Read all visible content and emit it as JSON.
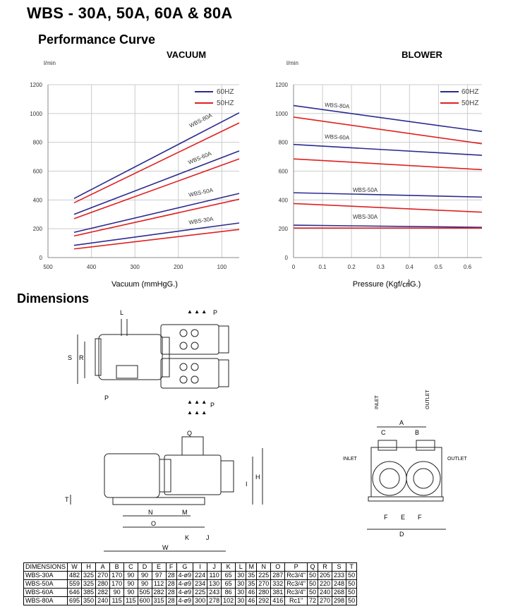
{
  "header": {
    "title": "WBS - 30A, 50A, 60A & 80A"
  },
  "sections": {
    "performance": "Performance Curve",
    "dimensions": "Dimensions"
  },
  "legend": {
    "hz60": "60HZ",
    "hz50": "50HZ",
    "color_60": "#2b2b8f",
    "color_50": "#e02020"
  },
  "vacuum_chart": {
    "title": "VACUUM",
    "unit": "l/min",
    "xlabel": "Vacuum (mmHgG.)",
    "xticks": [
      "500",
      "400",
      "300",
      "200",
      "100"
    ],
    "yticks": [
      "0",
      "200",
      "400",
      "600",
      "800",
      "1000",
      "1200"
    ],
    "labels": [
      "WBS-80A",
      "WBS-60A",
      "WBS-50A",
      "WBS-30A"
    ]
  },
  "blower_chart": {
    "title": "BLOWER",
    "unit": "l/min",
    "xlabel": "Pressure (Kgf/㎠G.)",
    "xticks": [
      "0",
      "0.1",
      "0.2",
      "0.3",
      "0.4",
      "0.5",
      "0.6"
    ],
    "yticks": [
      "0",
      "200",
      "400",
      "600",
      "800",
      "1000",
      "1200"
    ],
    "labels": [
      "WBS-80A",
      "WBS-60A",
      "WBS-50A",
      "WBS-30A"
    ]
  },
  "chart_data": [
    {
      "type": "line",
      "title": "VACUUM",
      "xlabel": "Vacuum (mmHgG.)",
      "ylabel": "l/min",
      "xlim": [
        500,
        60
      ],
      "ylim": [
        0,
        1200
      ],
      "series": [
        {
          "name": "WBS-80A 60HZ",
          "x": [
            440,
            60
          ],
          "y": [
            410,
            1005
          ]
        },
        {
          "name": "WBS-80A 50HZ",
          "x": [
            440,
            60
          ],
          "y": [
            380,
            935
          ]
        },
        {
          "name": "WBS-60A 60HZ",
          "x": [
            440,
            60
          ],
          "y": [
            300,
            740
          ]
        },
        {
          "name": "WBS-60A 50HZ",
          "x": [
            440,
            60
          ],
          "y": [
            270,
            685
          ]
        },
        {
          "name": "WBS-50A 60HZ",
          "x": [
            440,
            60
          ],
          "y": [
            175,
            445
          ]
        },
        {
          "name": "WBS-50A 50HZ",
          "x": [
            440,
            60
          ],
          "y": [
            150,
            405
          ]
        },
        {
          "name": "WBS-30A 60HZ",
          "x": [
            440,
            60
          ],
          "y": [
            85,
            240
          ]
        },
        {
          "name": "WBS-30A 50HZ",
          "x": [
            440,
            60
          ],
          "y": [
            60,
            195
          ]
        }
      ]
    },
    {
      "type": "line",
      "title": "BLOWER",
      "xlabel": "Pressure (Kgf/㎠G.)",
      "ylabel": "l/min",
      "xlim": [
        0,
        0.65
      ],
      "ylim": [
        0,
        1200
      ],
      "series": [
        {
          "name": "WBS-80A 60HZ",
          "x": [
            0,
            0.65
          ],
          "y": [
            1055,
            875
          ]
        },
        {
          "name": "WBS-80A 50HZ",
          "x": [
            0,
            0.65
          ],
          "y": [
            975,
            790
          ]
        },
        {
          "name": "WBS-60A 60HZ",
          "x": [
            0,
            0.65
          ],
          "y": [
            785,
            710
          ]
        },
        {
          "name": "WBS-60A 50HZ",
          "x": [
            0,
            0.65
          ],
          "y": [
            685,
            610
          ]
        },
        {
          "name": "WBS-50A 60HZ",
          "x": [
            0,
            0.65
          ],
          "y": [
            450,
            420
          ]
        },
        {
          "name": "WBS-50A 50HZ",
          "x": [
            0,
            0.65
          ],
          "y": [
            375,
            315
          ]
        },
        {
          "name": "WBS-30A 60HZ",
          "x": [
            0,
            0.65
          ],
          "y": [
            225,
            210
          ]
        },
        {
          "name": "WBS-30A 50HZ",
          "x": [
            0,
            0.65
          ],
          "y": [
            205,
            205
          ]
        }
      ]
    }
  ],
  "drawing": {
    "labels": [
      "P",
      "L",
      "S",
      "R",
      "P",
      "P",
      "Q",
      "H",
      "I",
      "T",
      "N",
      "M",
      "O",
      "K",
      "J",
      "W",
      "INLET",
      "OUTLET",
      "INLET",
      "OUTLET",
      "A",
      "C",
      "B",
      "E",
      "F",
      "F",
      "D"
    ]
  },
  "dim_table": {
    "headers": [
      "DIMENSIONS",
      "W",
      "H",
      "A",
      "B",
      "C",
      "D",
      "E",
      "F",
      "G",
      "I",
      "J",
      "K",
      "L",
      "M",
      "N",
      "O",
      "P",
      "Q",
      "R",
      "S",
      "T"
    ],
    "rows": [
      [
        "WBS-30A",
        "482",
        "325",
        "270",
        "170",
        "90",
        "90",
        "97",
        "28",
        "4-ø9",
        "224",
        "110",
        "65",
        "30",
        "35",
        "225",
        "287",
        "Rc3/4\"",
        "50",
        "205",
        "233",
        "50"
      ],
      [
        "WBS-50A",
        "559",
        "325",
        "280",
        "170",
        "90",
        "90",
        "112",
        "28",
        "4-ø9",
        "234",
        "130",
        "65",
        "30",
        "35",
        "270",
        "332",
        "Rc3/4\"",
        "50",
        "220",
        "248",
        "50"
      ],
      [
        "WBS-60A",
        "646",
        "385",
        "282",
        "90",
        "90",
        "505",
        "282",
        "28",
        "4-ø9",
        "225",
        "243",
        "86",
        "30",
        "46",
        "280",
        "381",
        "Rc3/4\"",
        "50",
        "240",
        "268",
        "50"
      ],
      [
        "WBS-80A",
        "695",
        "350",
        "240",
        "115",
        "115",
        "600",
        "315",
        "28",
        "4-ø9",
        "300",
        "278",
        "102",
        "30",
        "46",
        "292",
        "416",
        "Rc1\"",
        "72",
        "270",
        "298",
        "50"
      ]
    ]
  }
}
